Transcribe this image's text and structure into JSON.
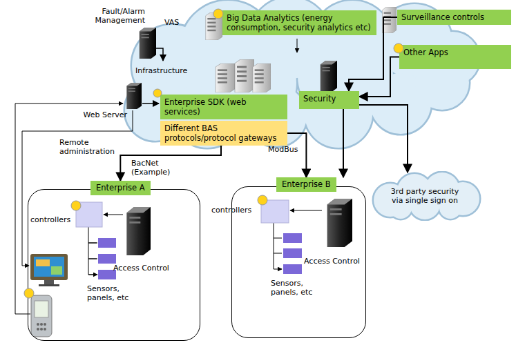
{
  "diagram": {
    "nodes": [
      {
        "text": [
          "Big Data Analytics (energy consumption, security analytics etc)"
        ]
      },
      {
        "text": [
          "Surveillance controls"
        ]
      },
      {
        "text": [
          "Other Apps"
        ]
      },
      {
        "text": [
          "Enterprise SDK (web services)"
        ]
      },
      {
        "text": [
          "Different BAS protocols/protocol gateways"
        ]
      },
      {
        "text": [
          "Security"
        ]
      },
      {
        "text": [
          "Enterprise A"
        ]
      },
      {
        "text": [
          "Enterprise B"
        ]
      },
      {
        "text": [
          "3rd party security via single sign on"
        ]
      }
    ],
    "edges": [
      {
        "from": 4,
        "to": 6,
        "arrow": "to",
        "label": "BacNet (Example)"
      },
      {
        "from": 4,
        "to": 7,
        "arrow": "to",
        "label": "ModBus"
      },
      {
        "from": 1,
        "to": 5,
        "arrow": "to"
      },
      {
        "from": 2,
        "to": 5,
        "arrow": "to"
      },
      {
        "from": 5,
        "to": 7,
        "arrow": "to"
      },
      {
        "from": 5,
        "to": 8,
        "arrow": "to"
      }
    ],
    "labels": [
      "Fault/Alarm Management",
      "VAS",
      "Infrastructure",
      "Web Server",
      "Remote administration",
      "controllers",
      "Sensors, panels, etc",
      "Access Control",
      "controllers",
      "Sensors, panels, etc",
      "Access Control"
    ]
  }
}
